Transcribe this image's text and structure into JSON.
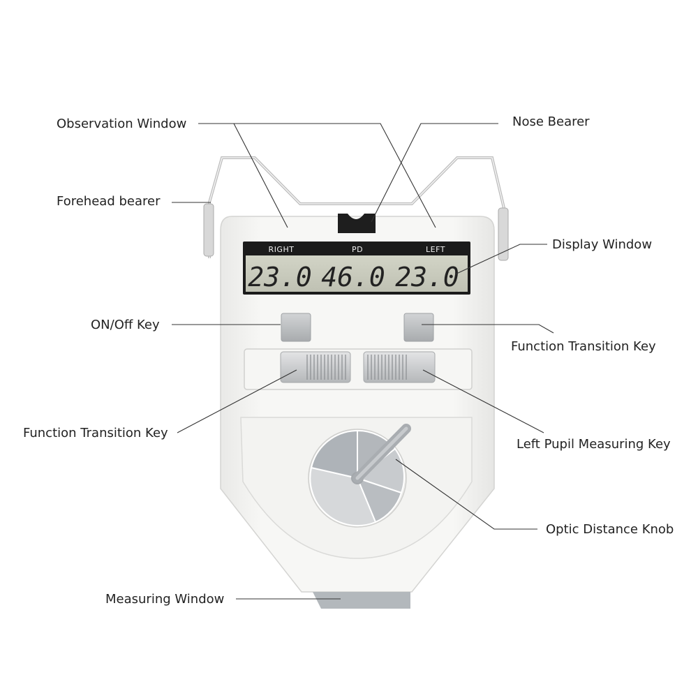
{
  "labels": {
    "observation_window": "Observation Window",
    "nose_bearer": "Nose Bearer",
    "forehead_bearer": "Forehead bearer",
    "display_window": "Display Window",
    "on_off_key": "ON/Off Key",
    "function_transition_key_right": "Function Transition Key",
    "function_transition_key_left": "Function Transition Key",
    "left_pupil_measuring_key": "Left Pupil Measuring Key",
    "optic_distance_knob": "Optic Distance Knob",
    "measuring_window": "Measuring Window"
  },
  "display": {
    "right_label": "RIGHT",
    "pd_label": "PD",
    "left_label": "LEFT",
    "right_value": "23.0",
    "pd_value": "46.0",
    "left_value": "23.0"
  },
  "colors": {
    "device_body": "#f4f4f2",
    "lcd_background": "#c9cbbd",
    "lcd_frame": "#1b1b1b",
    "key_grey": "#b9bcbe",
    "knob_grey": "#aeb3b8",
    "measuring_window": "#b3b8bc"
  }
}
